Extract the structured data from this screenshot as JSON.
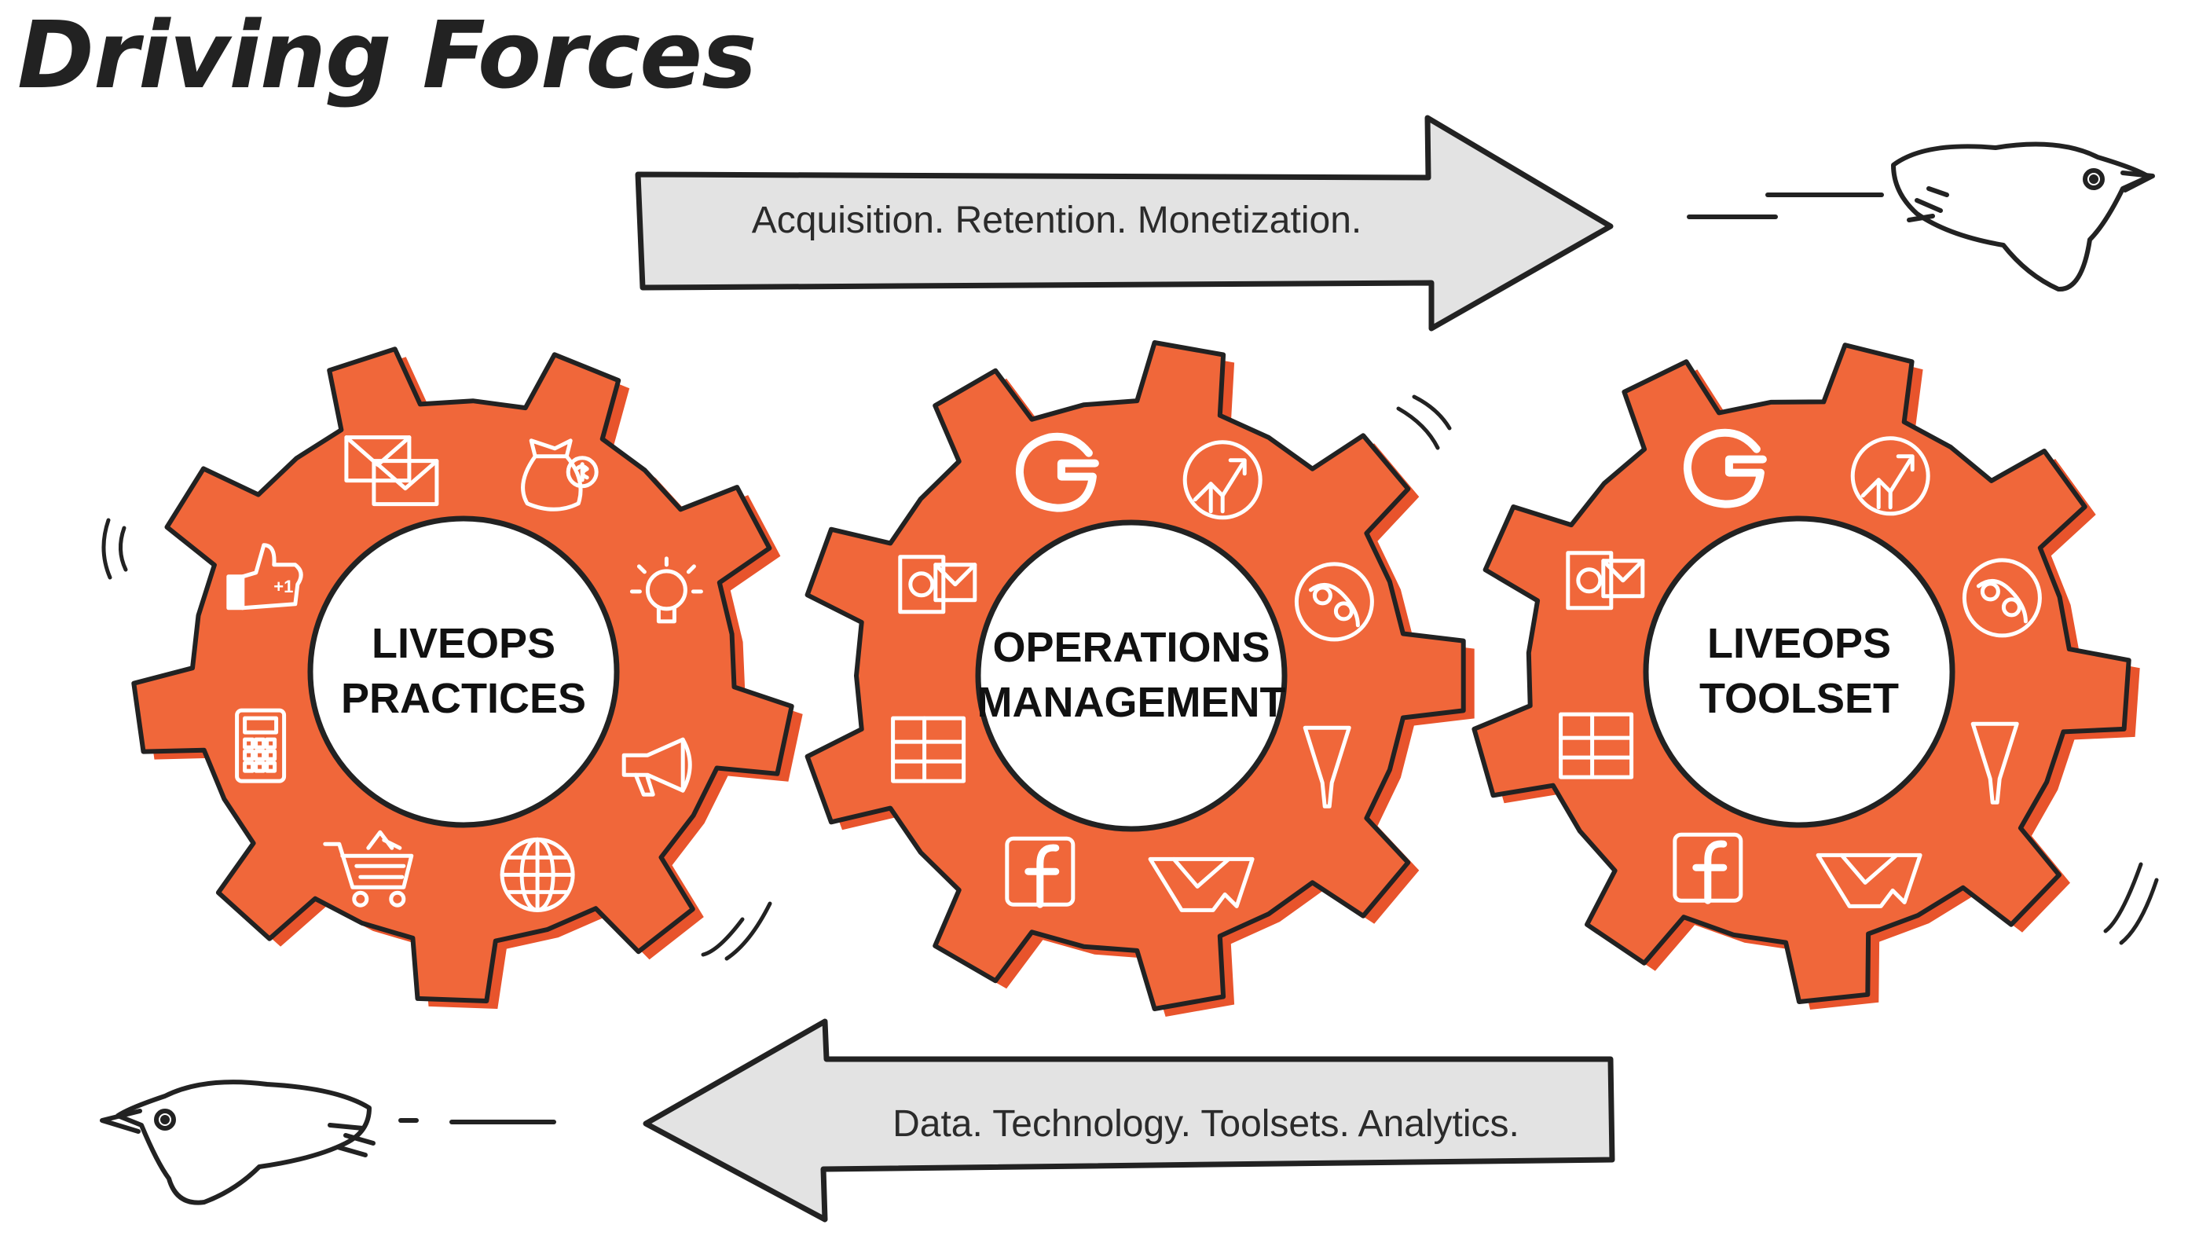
{
  "title": "Driving Forces",
  "arrows": {
    "top": "Acquisition. Retention. Monetization.",
    "bottom": "Data. Technology. Toolsets. Analytics."
  },
  "gears": [
    {
      "line1": "LIVEOPS",
      "line2": "PRACTICES",
      "icons": [
        "envelopes-icon",
        "money-bag-icon",
        "lightbulb-icon",
        "megaphone-icon",
        "globe-icon",
        "shopping-cart-icon",
        "calculator-icon",
        "thumbs-up-icon"
      ]
    },
    {
      "line1": "OPERATIONS",
      "line2": "MANAGEMENT",
      "icons": [
        "google-icon",
        "growth-chart-icon",
        "link-circle-icon",
        "funnel-icon",
        "mail-tray-icon",
        "facebook-icon",
        "windows-icon",
        "outlook-icon"
      ]
    },
    {
      "line1": "LIVEOPS",
      "line2": "TOOLSET",
      "icons": [
        "google-icon",
        "growth-chart-icon",
        "link-circle-icon",
        "funnel-icon",
        "mail-tray-icon",
        "facebook-icon",
        "windows-icon",
        "outlook-icon"
      ]
    }
  ],
  "colors": {
    "gear_orange": "#f0673a",
    "gear_shadow": "#e8542c",
    "arrow_fill": "#e3e3e3",
    "outline": "#222222"
  }
}
